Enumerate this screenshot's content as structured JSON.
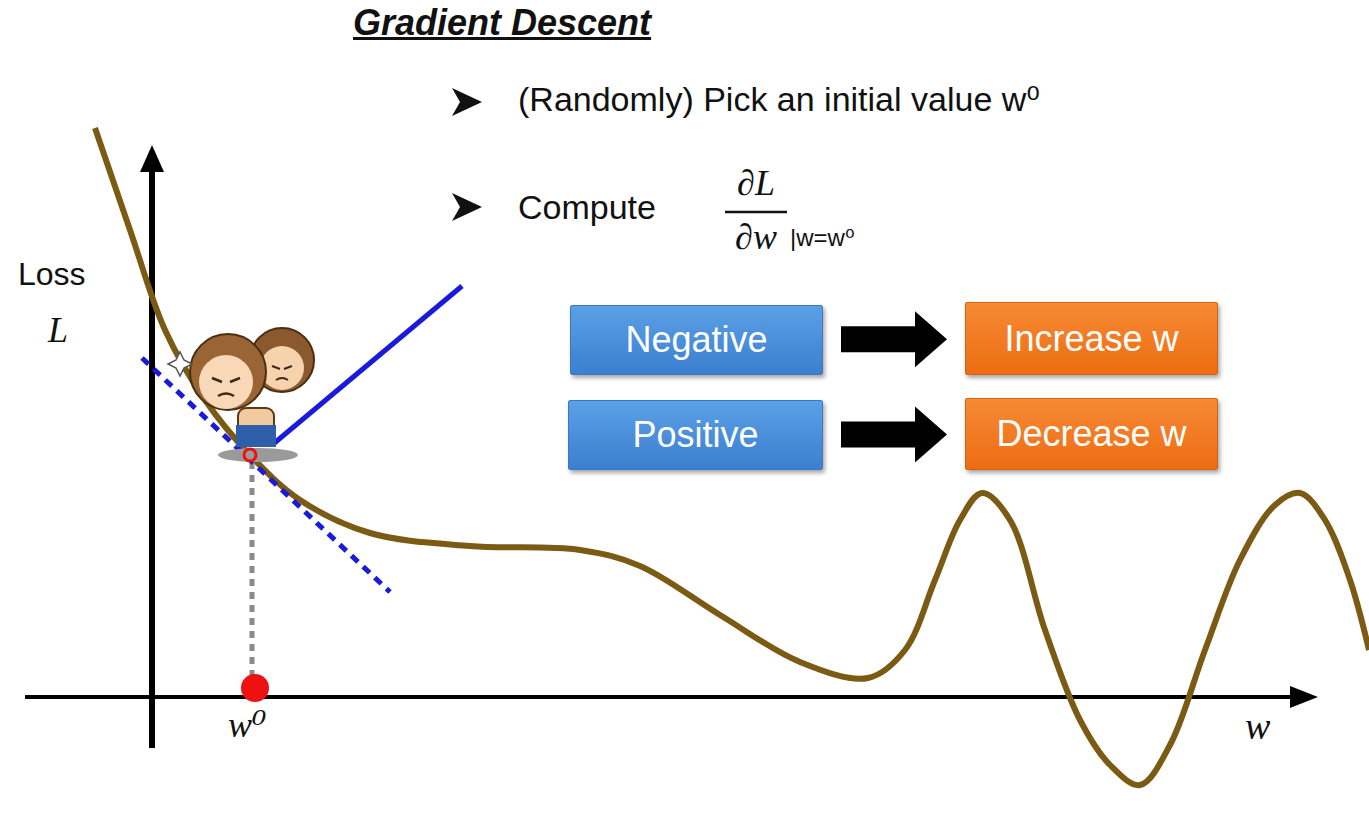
{
  "diagram": {
    "title": "Gradient Descent",
    "nodes": [
      {
        "text": [
          "Negative"
        ]
      },
      {
        "text": [
          "Increase w"
        ]
      },
      {
        "text": [
          "Positive"
        ]
      },
      {
        "text": [
          "Decrease w"
        ]
      }
    ],
    "edges": [
      {
        "from": 0,
        "to": 1,
        "arrow": "to"
      },
      {
        "from": 2,
        "to": 3,
        "arrow": "to"
      }
    ],
    "labels": [
      "(Randomly) Pick an initial value w⁰",
      "Compute",
      "∂L",
      "∂w",
      "|w=w⁰",
      "Loss",
      "L",
      "w⁰",
      "w"
    ]
  }
}
